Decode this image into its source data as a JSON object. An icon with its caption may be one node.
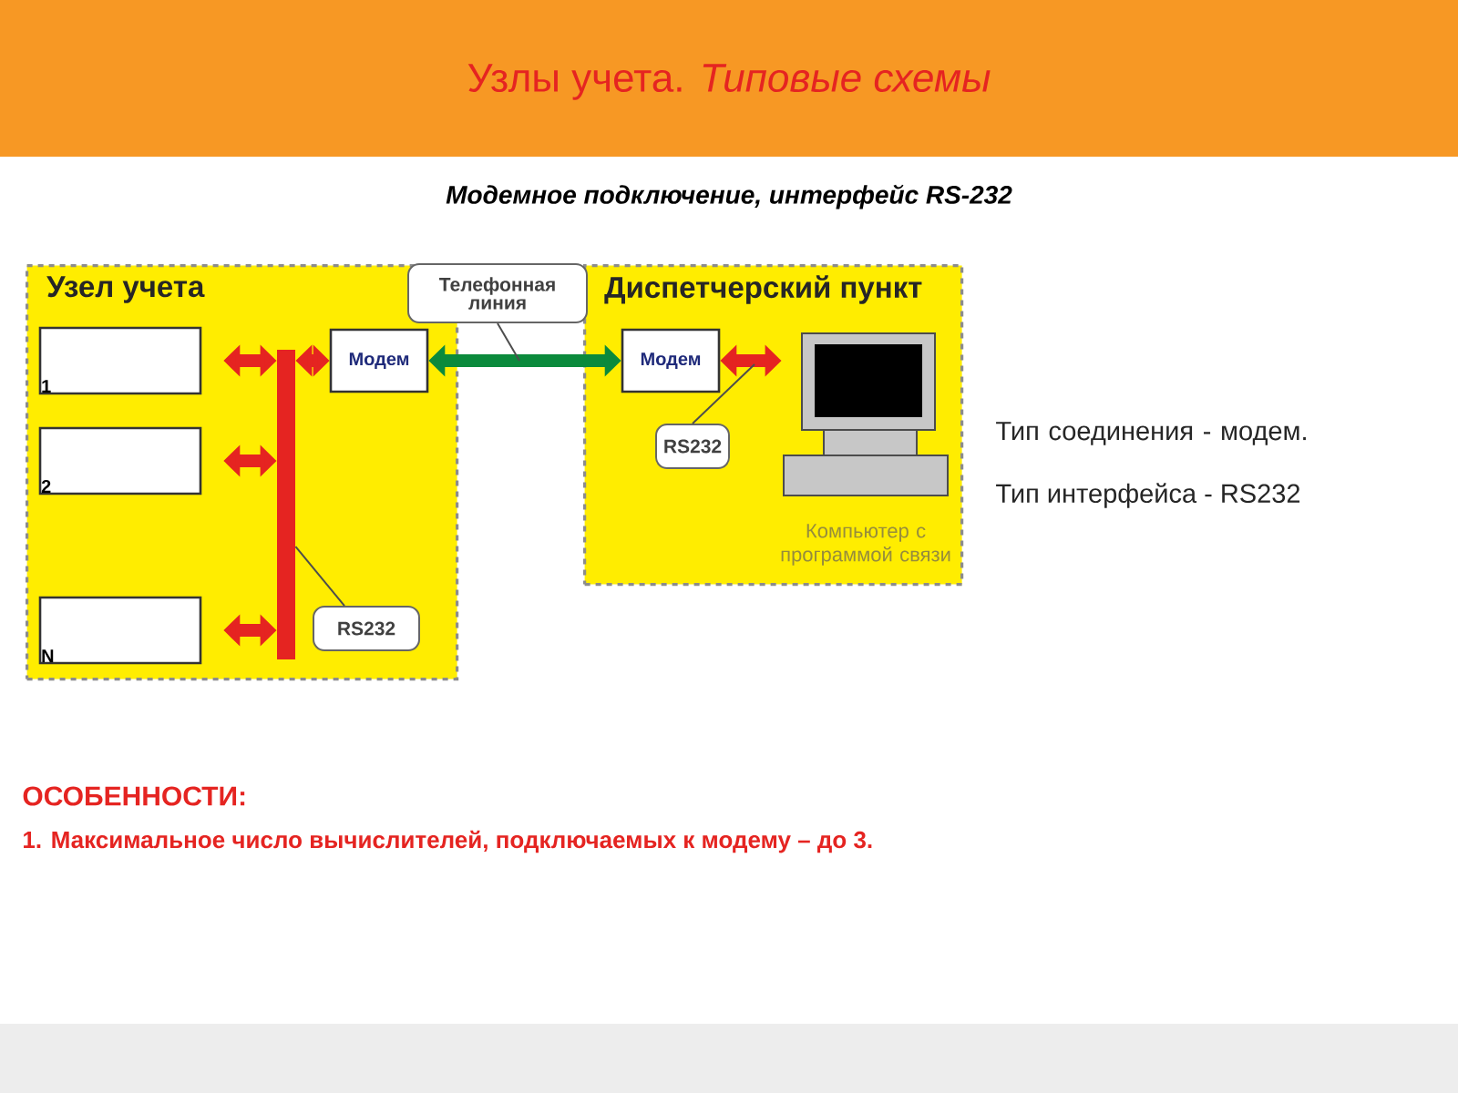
{
  "diagram": {
    "title": "Узлы учета. *Типовые схемы*",
    "nodes": [
      {
        "text": [
          "Узел учета"
        ]
      },
      {
        "text": [
          "1"
        ],
        "in": 0
      },
      {
        "text": [
          "2"
        ],
        "in": 0
      },
      {
        "text": [
          "N"
        ],
        "in": 0
      },
      {
        "text": [
          "Модем"
        ],
        "in": 0
      },
      {
        "text": [
          "Диспетчерский пункт"
        ]
      },
      {
        "text": [
          "Модем"
        ],
        "in": 5
      },
      {
        "text": [],
        "shape": "picture",
        "in": 5,
        "beside": [
          "Компьютер с программой связи"
        ]
      },
      {
        "text": [],
        "shape": "bar",
        "in": 0
      },
      {
        "text": [
          "Телефонная линия"
        ]
      },
      {
        "text": [
          "RS232"
        ],
        "in": 0
      },
      {
        "text": [
          "RS232"
        ],
        "in": 5
      }
    ],
    "edges": [
      {
        "from": 8,
        "to": 1,
        "arrow": "both"
      },
      {
        "from": 8,
        "to": 2,
        "arrow": "both"
      },
      {
        "from": 8,
        "to": 3,
        "arrow": "both"
      },
      {
        "from": 8,
        "to": 4,
        "arrow": "both"
      },
      {
        "from": 4,
        "to": 6,
        "arrow": "both",
        "color": "#0b8a3c"
      },
      {
        "from": 6,
        "to": 7,
        "arrow": "both"
      },
      {
        "from": 9,
        "to": null,
        "arrow": "none",
        "color": "#4d4d4d"
      },
      {
        "from": 10,
        "to": 8,
        "arrow": "none",
        "color": "#4d4d4d"
      },
      {
        "from": 11,
        "to": null,
        "arrow": "none",
        "color": "#4d4d4d"
      }
    ],
    "labels": [
      "Модемное подключение, интерфейс RS-232",
      "Тип соединения - модем.",
      "Тип интерфейса - RS232",
      "ОСОБЕННОСТИ:",
      "1. Максимальное число вычислителей, подключаемых к модему – до 3."
    ]
  }
}
